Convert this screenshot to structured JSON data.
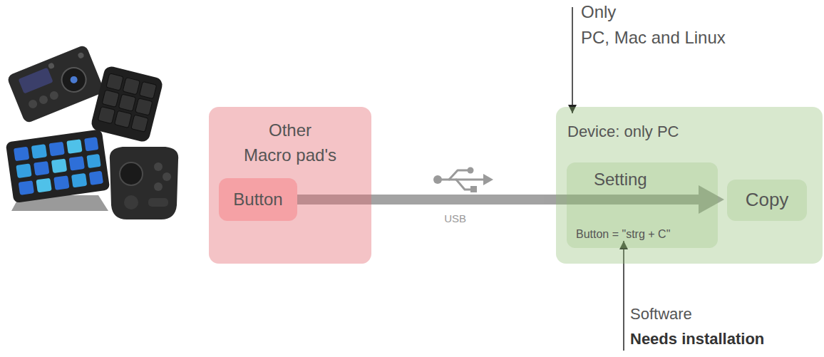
{
  "diagram": {
    "nodes": [
      {
        "text": [
          "Other Macro pad's"
        ]
      },
      {
        "text": [
          "Button"
        ],
        "in": 0
      },
      {
        "text": [
          "Device: only PC"
        ]
      },
      {
        "text": [
          "Setting",
          "Button = \"strg + C\""
        ],
        "in": 2
      },
      {
        "text": [
          "Copy"
        ],
        "in": 2
      }
    ],
    "edges": [
      {
        "from": 1,
        "to": 4,
        "arrow": "to",
        "label": "USB"
      }
    ],
    "labels": [
      "Only",
      "PC, Mac and Linux",
      "Software",
      "Needs installation"
    ]
  }
}
